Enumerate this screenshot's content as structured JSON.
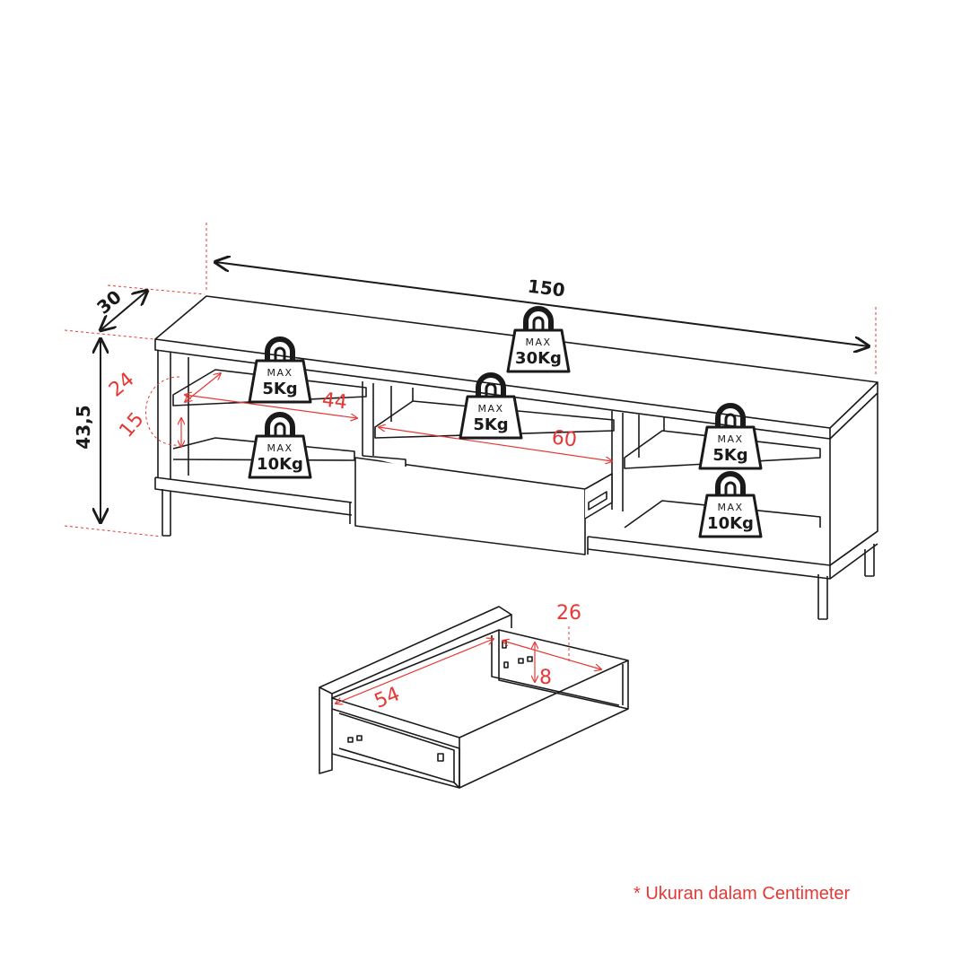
{
  "colors": {
    "line": "#1a1a1a",
    "dimension_red": "#e53935",
    "guide": "#e53935"
  },
  "overall": {
    "width": "150",
    "depth": "30",
    "height": "43,5"
  },
  "shelf_dims": {
    "left_depth": "24",
    "left_height": "15",
    "left_width": "44",
    "center_width": "60"
  },
  "drawer_dims": {
    "inner_length": "54",
    "inner_depth": "26",
    "inner_height": "8"
  },
  "load_labels": {
    "max_word": "MAX",
    "top_center": "30Kg",
    "left_upper": "5Kg",
    "left_lower": "10Kg",
    "center_shelf": "5Kg",
    "right_upper": "5Kg",
    "right_lower": "10Kg"
  },
  "note": "* Ukuran dalam Centimeter"
}
